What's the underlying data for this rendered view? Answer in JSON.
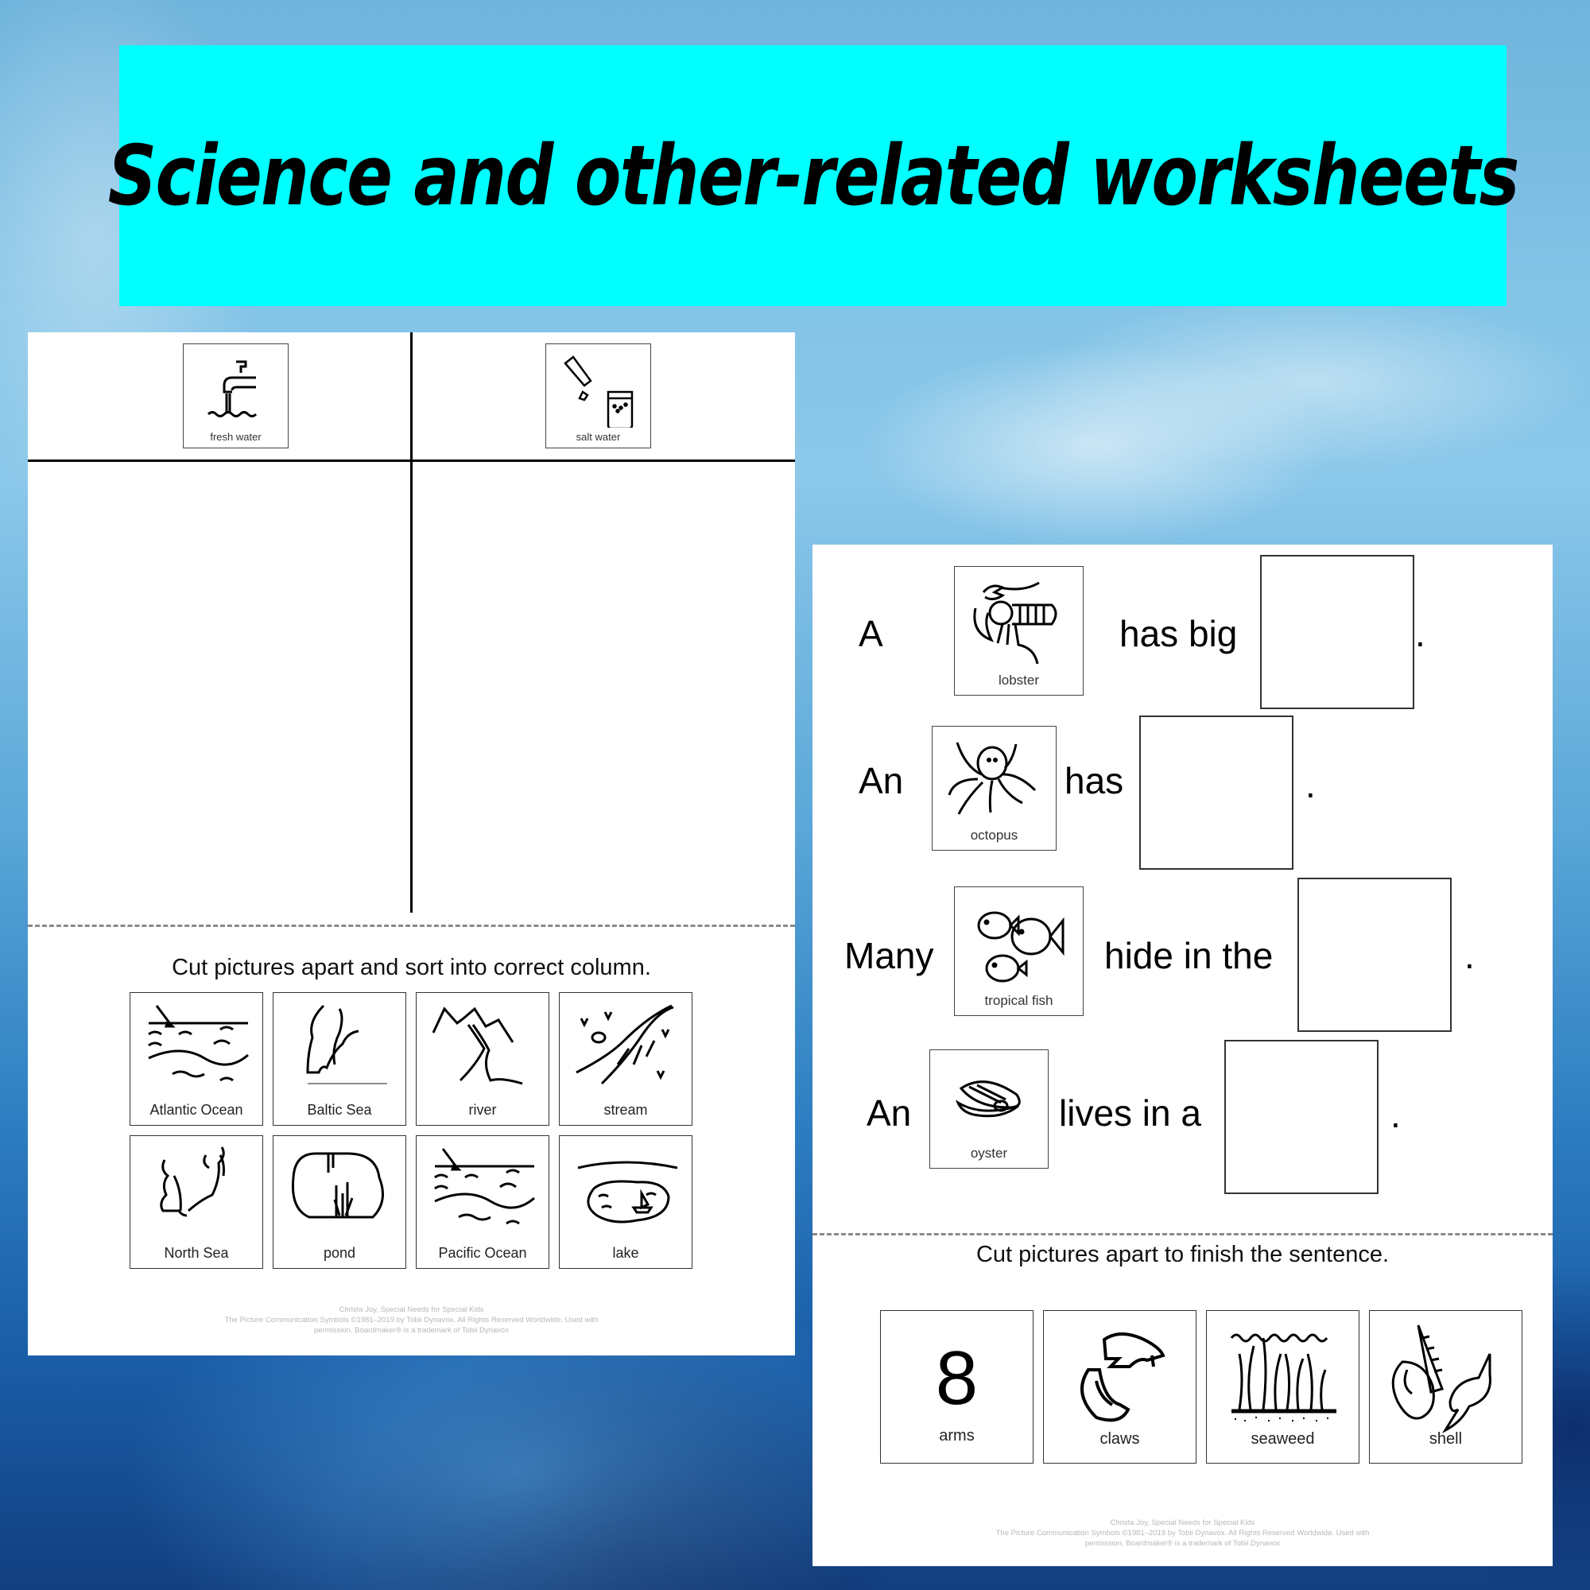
{
  "banner": {
    "title": "Science and other-related worksheets",
    "background_color": "#00FFFF"
  },
  "left_worksheet": {
    "columns": [
      {
        "label": "fresh water",
        "icon": "faucet-water-icon"
      },
      {
        "label": "salt water",
        "icon": "salt-shaker-glass-icon"
      }
    ],
    "instruction": "Cut pictures apart and sort into correct column.",
    "pictures": [
      {
        "label": "Atlantic Ocean",
        "icon": "ocean-waves-icon"
      },
      {
        "label": "Baltic Sea",
        "icon": "baltic-sea-map-icon"
      },
      {
        "label": "river",
        "icon": "river-mountains-icon"
      },
      {
        "label": "stream",
        "icon": "stream-icon"
      },
      {
        "label": "North Sea",
        "icon": "north-sea-map-icon"
      },
      {
        "label": "pond",
        "icon": "pond-reeds-icon"
      },
      {
        "label": "Pacific Ocean",
        "icon": "ocean-waves-icon"
      },
      {
        "label": "lake",
        "icon": "lake-boat-icon"
      }
    ],
    "credits": [
      "Christa Joy, Special Needs for Special Kids",
      "The Picture Communication Symbols ©1981–2019 by Tobii Dynavox. All Rights Reserved Worldwide. Used with",
      "permission.  Boardmaker® is a trademark of Tobii Dynavox"
    ]
  },
  "right_worksheet": {
    "sentences": [
      {
        "start": "A",
        "symbol": "lobster",
        "middle": "has big",
        "end": "."
      },
      {
        "start": "An",
        "symbol": "octopus",
        "middle": "has",
        "end": "."
      },
      {
        "start": "Many",
        "symbol": "tropical fish",
        "middle": "hide in the",
        "end": "."
      },
      {
        "start": "An",
        "symbol": "oyster",
        "middle": "lives in a",
        "end": "."
      }
    ],
    "instruction": "Cut pictures apart to finish the sentence.",
    "answers": [
      {
        "label": "arms",
        "number": "8",
        "icon": "number-eight-icon"
      },
      {
        "label": "claws",
        "icon": "claws-icon"
      },
      {
        "label": "seaweed",
        "icon": "seaweed-icon"
      },
      {
        "label": "shell",
        "icon": "seashells-icon"
      }
    ],
    "credits": [
      "Christa Joy, Special Needs for Special Kids",
      "The Picture Communication Symbols ©1981–2019 by Tobii Dynavox. All Rights Reserved Worldwide. Used with",
      "permission.  Boardmaker® is a trademark of Tobii Dynavox"
    ]
  }
}
